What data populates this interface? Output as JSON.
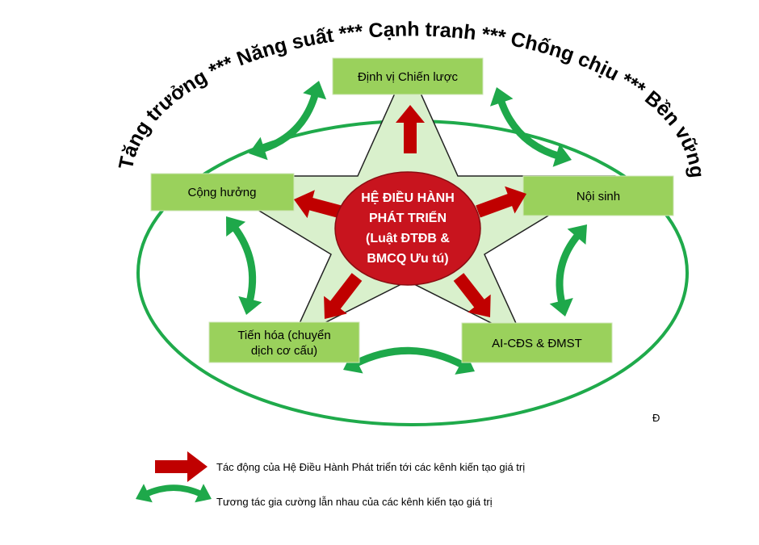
{
  "arc_title": "Tăng trưởng *** Năng suất *** Cạnh tranh *** Chống chịu *** Bền vững",
  "core": {
    "lines": [
      "HỆ ĐIỀU HÀNH",
      "PHÁT TRIỂN",
      "(Luật ĐTĐB &",
      "BMCQ Ưu tú)"
    ]
  },
  "boxes": {
    "strategy": [
      "Định vị Chiến lược"
    ],
    "resonance": [
      "Cộng hưởng"
    ],
    "endogenous": [
      "Nội sinh"
    ],
    "evolution": [
      "Tiến hóa (chuyển",
      "dịch cơ cấu)"
    ],
    "ai": [
      "AI-CĐS & ĐMST"
    ]
  },
  "stray_mark": "Đ",
  "legend": {
    "red_arrow_text": "Tác động của Hệ Điều Hành Phát triển tới các kênh kiến tạo giá trị",
    "green_arrow_text": "Tương tác gia cường lẫn nhau của các kênh kiến tạo giá trị"
  },
  "colors": {
    "ellipse": "#1faa4b",
    "star_fill": "#d9f0cc",
    "star_stroke": "#222222",
    "box_fill": "#9ad15c",
    "core_fill": "#c8141e",
    "red_arrow": "#c00000",
    "green_arrow": "#1ea84a"
  }
}
